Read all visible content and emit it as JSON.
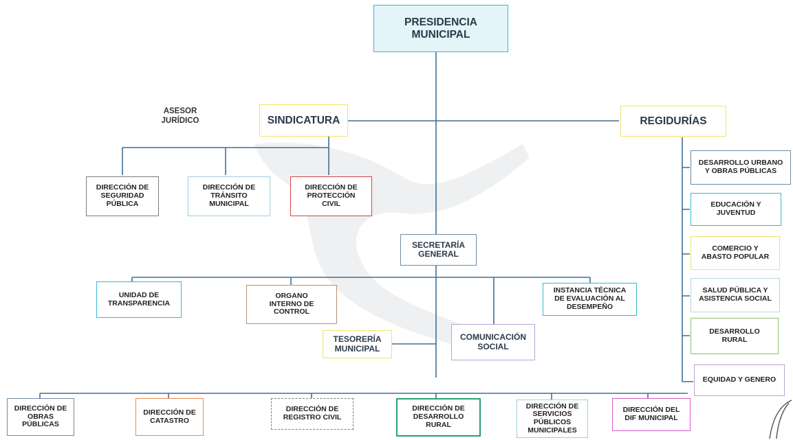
{
  "colors": {
    "line": "#3f6f95",
    "cyan": "#35b5d4",
    "yellow": "#ece46a",
    "red": "#d9423f",
    "gray": "#7b7b7b",
    "brown": "#b8906c",
    "purple": "#b7a3d6",
    "green": "#24a36b",
    "orange": "#f08a4b",
    "pink": "#d957c7",
    "lightgreen": "#86c36c",
    "steel": "#6d8aa6",
    "presidencia_fill": "#e5f4f8"
  },
  "top": {
    "presidencia": "PRESIDENCIA\nMUNICIPAL"
  },
  "second_level": {
    "asesor": "ASESOR\nJURÍDICO",
    "sindicatura": "SINDICATURA",
    "regidurias": "REGIDURÍAS"
  },
  "sindicatura_directions": [
    "DIRECCIÓN DE\nSEGURIDAD\nPÚBLICA",
    "DIRECCIÓN DE\nTRÁNSITO\nMUNICIPAL",
    "DIRECCIÓN DE\nPROTECCIÓN\nCIVIL"
  ],
  "regidurias_commissions": [
    "DESARROLLO URBANO\nY OBRAS PÚBLICAS",
    "EDUCACIÓN Y\nJUVENTUD",
    "COMERCIO Y\nABASTO POPULAR",
    "SALUD PÚBLICA Y\nASISTENCIA SOCIAL",
    "DESARROLLO\nRURAL",
    "EQUIDAD Y GENERO"
  ],
  "secretaria": "SECRETARÍA\nGENERAL",
  "secretaria_units": [
    "UNIDAD DE\nTRANSPARENCIA",
    "ORGANO\nINTERNO DE\nCONTROL",
    "INSTANCIA TÉCNICA\nDE EVALUACIÓN AL\nDESEMPEÑO"
  ],
  "comunicacion": "COMUNICACIÓN\nSOCIAL",
  "tesoreria": "TESORERÍA\nMUNICIPAL",
  "bottom_directions": [
    "DIRECCIÓN DE\nOBRAS\nPÚBLICAS",
    "DIRECCIÓN DE\nCATASTRO",
    "DIRECCIÓN DE\nREGISTRO CIVIL",
    "DIRECCIÓN DE\nDESARROLLO\nRURAL",
    "DIRECCIÓN DE\nSERVICIOS\nPÚBLICOS\nMUNICIPALES",
    "DIRECCIÓN DEL\nDIF MUNICIPAL"
  ]
}
